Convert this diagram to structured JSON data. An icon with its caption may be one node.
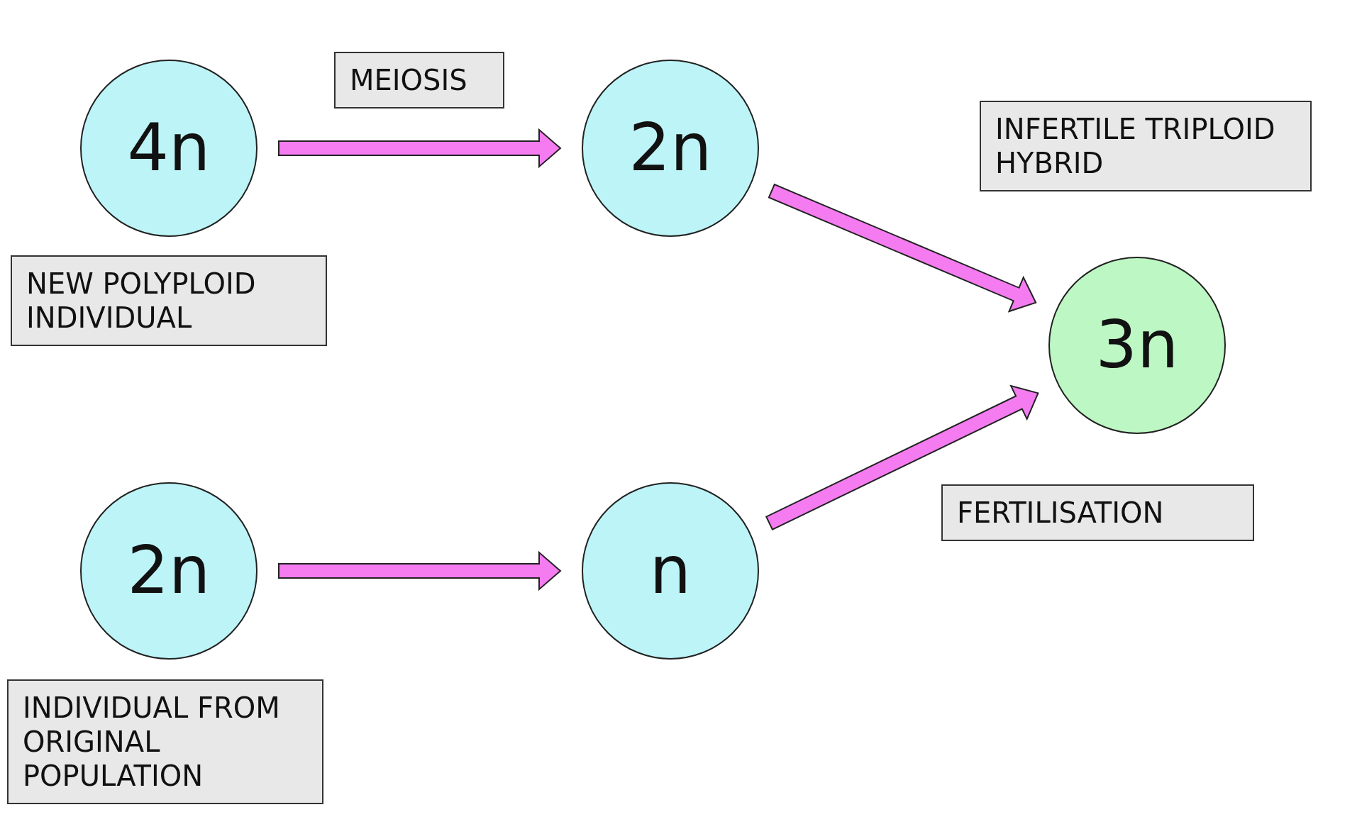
{
  "diagram": {
    "nodes": [
      {
        "text": [
          "4n"
        ]
      },
      {
        "text": [
          "MEIOSIS"
        ]
      },
      {
        "text": [
          "2n"
        ]
      },
      {
        "text": [
          "INFERTILE TRIPLOID HYBRID"
        ]
      },
      {
        "text": [
          "NEW POLYPLOID INDIVIDUAL"
        ]
      },
      {
        "text": [
          "3n"
        ]
      },
      {
        "text": [
          "FERTILISATION"
        ]
      },
      {
        "text": [
          "2n"
        ]
      },
      {
        "text": [
          "n"
        ]
      },
      {
        "text": [
          "INDIVIDUAL FROM ORIGINAL POPULATION"
        ]
      }
    ],
    "edges": [
      {
        "from": 0,
        "to": 2,
        "arrow": "to"
      },
      {
        "from": 2,
        "to": 5,
        "arrow": "to"
      },
      {
        "from": 7,
        "to": 8,
        "arrow": "to"
      },
      {
        "from": 8,
        "to": 5,
        "arrow": "to"
      }
    ]
  }
}
